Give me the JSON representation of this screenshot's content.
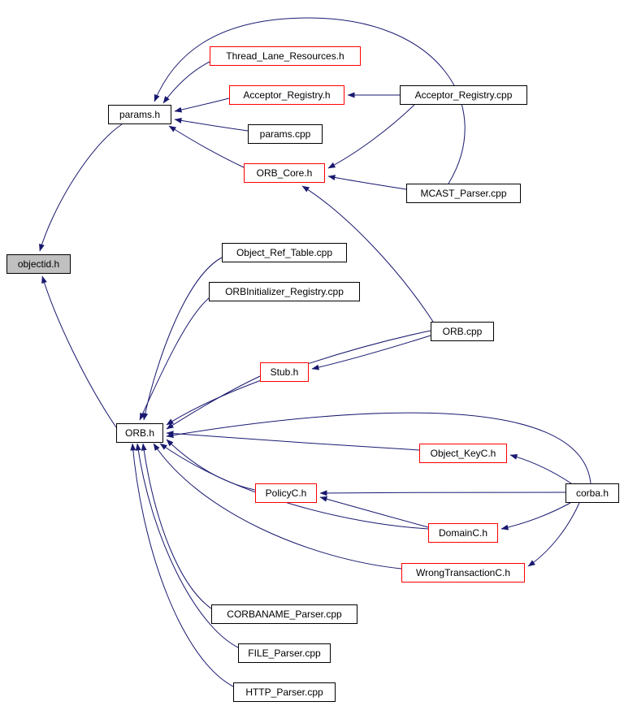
{
  "page": {
    "background": "#ffffff",
    "description": "Doxygen include-dependency graph: files that include objectid.h"
  },
  "diagram": {
    "type": "include-dependency-graph",
    "relation": "includes",
    "colors": {
      "edge": "#191970",
      "node_border": "#000000",
      "node_border_red": "#ff0000",
      "node_fill": "#ffffff",
      "highlight_fill": "#c0c0c0",
      "text": "#000000"
    },
    "nodes": [
      {
        "id": "objectid_h",
        "label": "objectid.h",
        "style": "highlight"
      },
      {
        "id": "params_h",
        "label": "params.h",
        "style": "plain"
      },
      {
        "id": "thread_lane_resources_h",
        "label": "Thread_Lane_Resources.h",
        "style": "red"
      },
      {
        "id": "acceptor_registry_h",
        "label": "Acceptor_Registry.h",
        "style": "red"
      },
      {
        "id": "acceptor_registry_cpp",
        "label": "Acceptor_Registry.cpp",
        "style": "plain"
      },
      {
        "id": "params_cpp",
        "label": "params.cpp",
        "style": "plain"
      },
      {
        "id": "orb_core_h",
        "label": "ORB_Core.h",
        "style": "red"
      },
      {
        "id": "mcast_parser_cpp",
        "label": "MCAST_Parser.cpp",
        "style": "plain"
      },
      {
        "id": "object_ref_table_cpp",
        "label": "Object_Ref_Table.cpp",
        "style": "plain"
      },
      {
        "id": "orbinitializer_registry_cpp",
        "label": "ORBInitializer_Registry.cpp",
        "style": "plain"
      },
      {
        "id": "orb_cpp",
        "label": "ORB.cpp",
        "style": "plain"
      },
      {
        "id": "stub_h",
        "label": "Stub.h",
        "style": "red"
      },
      {
        "id": "orb_h",
        "label": "ORB.h",
        "style": "plain"
      },
      {
        "id": "object_keyc_h",
        "label": "Object_KeyC.h",
        "style": "red"
      },
      {
        "id": "policyc_h",
        "label": "PolicyC.h",
        "style": "red"
      },
      {
        "id": "corba_h",
        "label": "corba.h",
        "style": "plain"
      },
      {
        "id": "domainc_h",
        "label": "DomainC.h",
        "style": "red"
      },
      {
        "id": "wrongtransactionc_h",
        "label": "WrongTransactionC.h",
        "style": "red"
      },
      {
        "id": "corbaname_parser_cpp",
        "label": "CORBANAME_Parser.cpp",
        "style": "plain"
      },
      {
        "id": "file_parser_cpp",
        "label": "FILE_Parser.cpp",
        "style": "plain"
      },
      {
        "id": "http_parser_cpp",
        "label": "HTTP_Parser.cpp",
        "style": "plain"
      }
    ],
    "edges": [
      {
        "from": "params_h",
        "to": "objectid_h"
      },
      {
        "from": "orb_h",
        "to": "objectid_h"
      },
      {
        "from": "thread_lane_resources_h",
        "to": "params_h"
      },
      {
        "from": "acceptor_registry_h",
        "to": "params_h"
      },
      {
        "from": "params_cpp",
        "to": "params_h"
      },
      {
        "from": "orb_core_h",
        "to": "params_h"
      },
      {
        "from": "mcast_parser_cpp",
        "to": "params_h"
      },
      {
        "from": "acceptor_registry_cpp",
        "to": "acceptor_registry_h"
      },
      {
        "from": "acceptor_registry_cpp",
        "to": "orb_core_h"
      },
      {
        "from": "mcast_parser_cpp",
        "to": "orb_core_h"
      },
      {
        "from": "orb_cpp",
        "to": "orb_core_h"
      },
      {
        "from": "object_ref_table_cpp",
        "to": "orb_h"
      },
      {
        "from": "orbinitializer_registry_cpp",
        "to": "orb_h"
      },
      {
        "from": "orb_cpp",
        "to": "orb_h"
      },
      {
        "from": "orb_cpp",
        "to": "stub_h"
      },
      {
        "from": "stub_h",
        "to": "orb_h"
      },
      {
        "from": "object_keyc_h",
        "to": "orb_h"
      },
      {
        "from": "corba_h",
        "to": "orb_h"
      },
      {
        "from": "policyc_h",
        "to": "orb_h"
      },
      {
        "from": "domainc_h",
        "to": "orb_h"
      },
      {
        "from": "wrongtransactionc_h",
        "to": "orb_h"
      },
      {
        "from": "corbaname_parser_cpp",
        "to": "orb_h"
      },
      {
        "from": "file_parser_cpp",
        "to": "orb_h"
      },
      {
        "from": "http_parser_cpp",
        "to": "orb_h"
      },
      {
        "from": "corba_h",
        "to": "object_keyc_h"
      },
      {
        "from": "corba_h",
        "to": "policyc_h"
      },
      {
        "from": "corba_h",
        "to": "domainc_h"
      },
      {
        "from": "corba_h",
        "to": "wrongtransactionc_h"
      },
      {
        "from": "domainc_h",
        "to": "policyc_h"
      }
    ]
  }
}
